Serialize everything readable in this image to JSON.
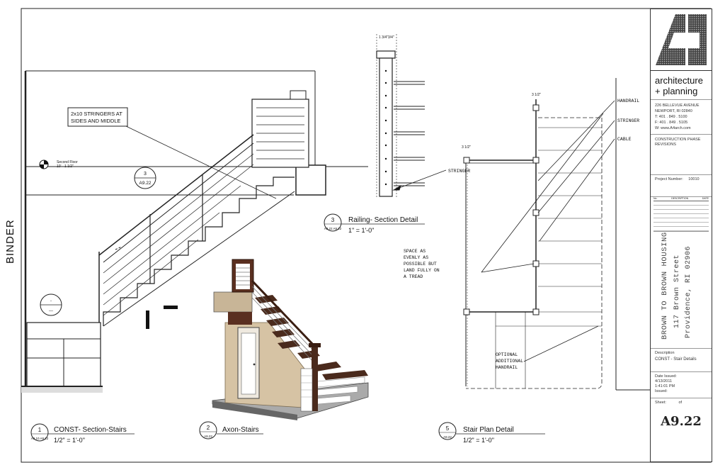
{
  "binder_label": "BINDER",
  "notes": {
    "stringers": [
      "2x10 STRINGERS AT",
      "SIDES AND MIDDLE"
    ],
    "second_floor": [
      "Second Floor",
      "10' - 1 1/2\""
    ],
    "railing_width": "1 3/4\"3/4\"",
    "stringer_left": "STRINGER",
    "handrail": "HANDRAIL",
    "stringer_right": "STRINGER",
    "cable": "CABLE",
    "space_as": [
      "SPACE AS",
      "EVENLY AS",
      "POSSIBLE BUT",
      "LAND FULLY ON",
      "A TREAD"
    ],
    "optional": [
      "OPTIONAL",
      "ADDITIONAL",
      "HANDRAIL"
    ],
    "dim_310a": "3 1/2\"",
    "dim_310b": "3 1/2\"",
    "ref_level": "-",
    "ref_level2": "---"
  },
  "callouts": {
    "section_ref": {
      "number": "3",
      "sheet": "A9.22"
    }
  },
  "views": [
    {
      "number": "1",
      "title": "CONST- Section-Stairs",
      "scale": "1/2\" = 1'-0\"",
      "refs": "A9.10 A9.22"
    },
    {
      "number": "2",
      "title": "Axon-Stairs",
      "scale": "",
      "refs": "A9.22"
    },
    {
      "number": "3",
      "title": "Railing- Section Detail",
      "scale": "1\" = 1'-0\"",
      "refs": "A9.22 A9.22"
    },
    {
      "number": "5",
      "title": "Stair Plan Detail",
      "scale": "1/2\" = 1'-0\"",
      "refs": "A9.22"
    }
  ],
  "title_block": {
    "firm_line1": "architecture",
    "firm_line2": "+ planning",
    "address": [
      "226 BELLEVUE AVENUE",
      "NEWPORT, RI 02840",
      "T:  401 . 849 . 5100",
      "F:  401 . 849 . 5105",
      "W: www.A4arch.com"
    ],
    "phase": [
      "CONSTRUCTION PHASE",
      "REVISIONS"
    ],
    "project_label": "Project Number:",
    "project_number": "10010",
    "revision_headers": [
      "No.",
      "DESCRIPTION",
      "DATE"
    ],
    "client": [
      "BROWN TO BROWN HOUSING",
      "117 Brown Street",
      "Providence, RI 02906"
    ],
    "description_label": "Description",
    "description": "CONST - Stair Details",
    "date_label": "Date Issued:",
    "date": "4/13/2011",
    "time": "1:41:01 PM",
    "issued_label": "Issued:",
    "sheet_label": "Sheet:",
    "sheet_of": "of",
    "sheet_number": "A9.22"
  }
}
